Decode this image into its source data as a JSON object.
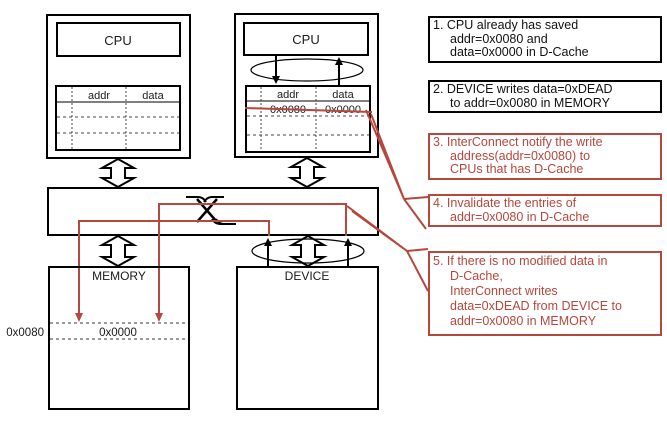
{
  "colors": {
    "accent_red": "#b5473c",
    "line_black": "#000000",
    "struck_text_red": "#9c3d32"
  },
  "diagram": {
    "cpu_left": {
      "label": "CPU",
      "headers": {
        "addr": "addr",
        "data": "data"
      }
    },
    "cpu_right": {
      "label": "CPU",
      "headers": {
        "addr": "addr",
        "data": "data"
      },
      "invalidated_row": {
        "addr": "0x0080",
        "data": "0x0000"
      }
    },
    "memory": {
      "label": "MEMORY",
      "row_address": "0x0080",
      "row_value": "0x0000"
    },
    "device": {
      "label": "DEVICE"
    }
  },
  "annotations": [
    {
      "color": "black",
      "lines": [
        "1. CPU already has saved",
        "addr=0x0080 and",
        "data=0x0000 in D-Cache"
      ]
    },
    {
      "color": "black",
      "lines": [
        "2. DEVICE writes data=0xDEAD",
        "to addr=0x0080 in MEMORY"
      ]
    },
    {
      "color": "red",
      "lines": [
        "3. InterConnect notify the write",
        "address(addr=0x0080) to",
        "CPUs that has D-Cache"
      ]
    },
    {
      "color": "red",
      "lines": [
        "4. Invalidate the entries of",
        "addr=0x0080 in D-Cache"
      ]
    },
    {
      "color": "red",
      "lines": [
        "5. If there is no modified data in",
        "D-Cache,",
        "InterConnect writes",
        "data=0xDEAD from DEVICE to",
        "addr=0x0080 in MEMORY"
      ]
    }
  ]
}
